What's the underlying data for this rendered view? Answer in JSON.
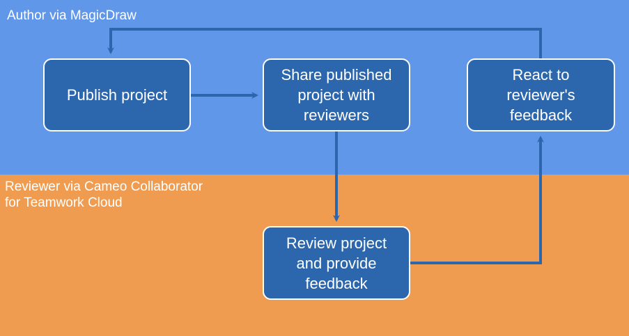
{
  "colors": {
    "author_lane": "#6197e8",
    "reviewer_lane": "#f09c50",
    "box_fill": "#2c67ad",
    "box_border": "#ffffff",
    "arrow": "#2c67ad"
  },
  "lanes": {
    "author": {
      "label": "Author via MagicDraw"
    },
    "reviewer": {
      "label": "Reviewer via Cameo Collaborator\nfor Teamwork Cloud"
    }
  },
  "steps": {
    "publish": "Publish project",
    "share": "Share published\nproject with\nreviewers",
    "react": "React to\nreviewer's\nfeedback",
    "review": "Review project\nand provide\nfeedback"
  }
}
